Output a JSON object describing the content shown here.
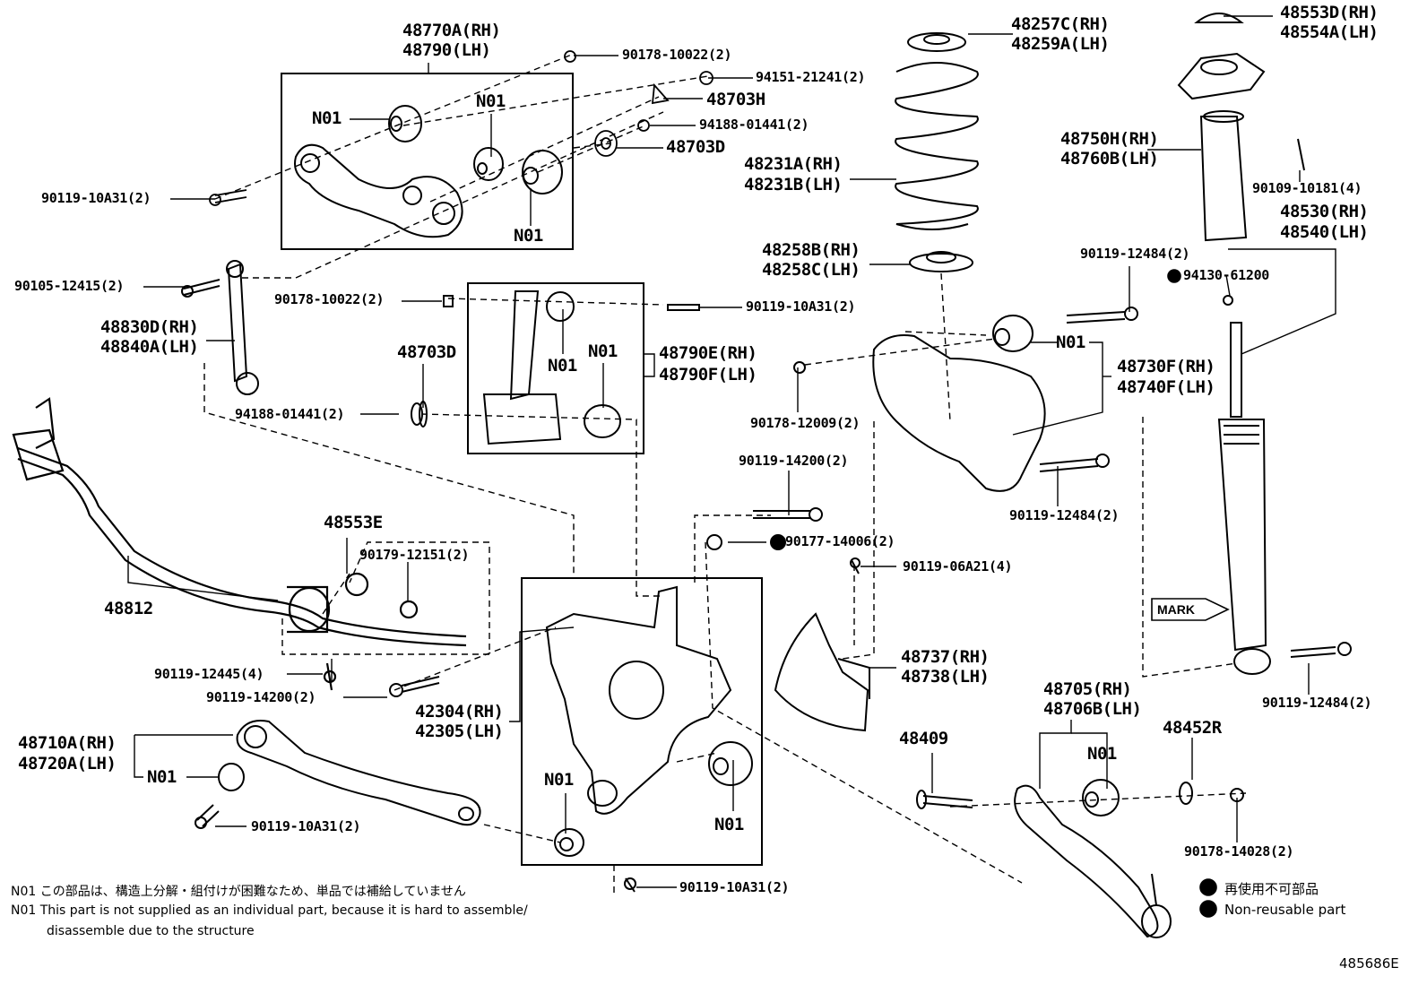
{
  "colors": {
    "ink": "#000000",
    "paper": "#ffffff"
  },
  "parts": {
    "p48770A": "48770A(RH)",
    "p48790": "48790(LH)",
    "p90178_10022a": "90178-10022(2)",
    "p94151": "94151-21241(2)",
    "p48703H": "48703H",
    "p94188_top": "94188-01441(2)",
    "p48703D_top": "48703D",
    "p90119_10A31_a": "90119-10A31(2)",
    "p90105": "90105-12415(2)",
    "p48830D": "48830D(RH)",
    "p48840A": "48840A(LH)",
    "p90178_10022b": "90178-10022(2)",
    "p90119_10A31_b": "90119-10A31(2)",
    "p48703D_mid": "48703D",
    "p48790E": "48790E(RH)",
    "p48790F": "48790F(LH)",
    "p94188_mid": "94188-01441(2)",
    "p48257C": "48257C(RH)",
    "p48259A": "48259A(LH)",
    "p48231A": "48231A(RH)",
    "p48231B": "48231B(LH)",
    "p48258B": "48258B(RH)",
    "p48258C": "48258C(LH)",
    "p48553D": "48553D(RH)",
    "p48554A": "48554A(LH)",
    "p48750H": "48750H(RH)",
    "p48760B": "48760B(LH)",
    "p90109": "90109-10181(4)",
    "p48530": "48530(RH)",
    "p48540": "48540(LH)",
    "p90119_12484_a": "90119-12484(2)",
    "p94130": "94130-61200",
    "p48730F": "48730F(RH)",
    "p48740F": "48740F(LH)",
    "p90178_12009": "90178-12009(2)",
    "p90119_14200_a": "90119-14200(2)",
    "p90119_12484_b": "90119-12484(2)",
    "p90177": "90177-14006(2)",
    "p90119_06A21": "90119-06A21(4)",
    "p48553E": "48553E",
    "p90179": "90179-12151(2)",
    "p48812": "48812",
    "p90119_12445": "90119-12445(4)",
    "p90119_14200_b": "90119-14200(2)",
    "p42304": "42304(RH)",
    "p42305": "42305(LH)",
    "p48737": "48737(RH)",
    "p48738": "48738(LH)",
    "p48710A": "48710A(RH)",
    "p48720A": "48720A(LH)",
    "p90119_10A31_c": "90119-10A31(2)",
    "p90119_10A31_d": "90119-10A31(2)",
    "p48409": "48409",
    "p48705": "48705(RH)",
    "p48706B": "48706B(LH)",
    "p48452R": "48452R",
    "p90178_14028": "90178-14028(2)",
    "p90119_12484_c": "90119-12484(2)"
  },
  "n01": "N01",
  "mark": "MARK",
  "notes": {
    "jp": "N01 この部品は、構造上分解・組付けが困難なため、単品では補給していません",
    "en1": "N01 This part is not supplied as an individual part, because it is hard to assemble/",
    "en2": "disassemble due to the structure"
  },
  "legend": {
    "jp": "再使用不可部品",
    "en": "Non-reusable part"
  },
  "figure_code": "485686E"
}
